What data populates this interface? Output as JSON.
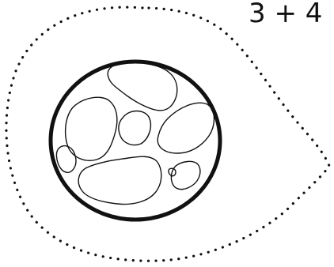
{
  "equation": {
    "text": "3 + 4"
  },
  "colors": {
    "ink": "#111111",
    "background": "#ffffff"
  },
  "shapes": {
    "outer_boundary": "dotted-teardrop",
    "cell": "circle-with-irregular-blobs",
    "blob_count": 8
  }
}
